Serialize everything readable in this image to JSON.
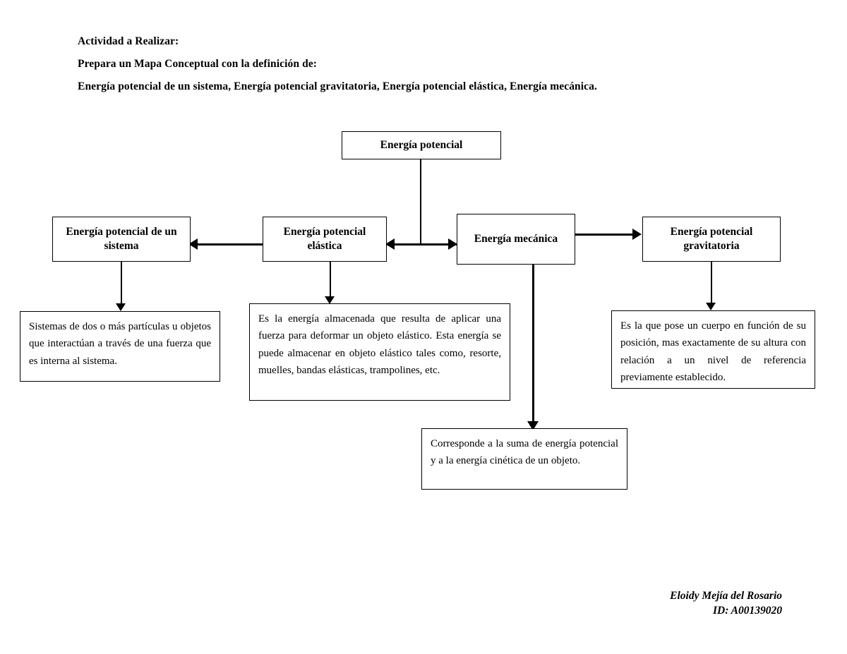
{
  "heading": {
    "line1": "Actividad a Realizar:",
    "line2": "Prepara un Mapa Conceptual con la definición de:",
    "line3": "Energía potencial de un sistema, Energía potencial gravitatoria, Energía potencial elástica, Energía mecánica."
  },
  "diagram": {
    "root": {
      "label": "Energía potencial"
    },
    "nodes": {
      "sistema": "Energía potencial de un sistema",
      "elastica": "Energía potencial elástica",
      "mecanica": "Energía mecánica",
      "gravitatoria": "Energía potencial gravitatoria"
    },
    "descriptions": {
      "sistema": "Sistemas de dos o más partículas u objetos que interactúan a través de una fuerza que es interna al sistema.",
      "elastica": "Es la energía almacenada que resulta de aplicar una fuerza para deformar un objeto elástico. Esta energía se puede almacenar en objeto elástico tales como, resorte, muelles, bandas elásticas, trampolines, etc.",
      "gravitatoria": "Es la que pose un cuerpo en función de su posición, mas exactamente de su altura con relación a un nivel de referencia previamente establecido.",
      "mecanica": "Corresponde a la suma de energía potencial y a la energía cinética de un objeto."
    }
  },
  "signature": {
    "name": "Eloidy Mejía del Rosario",
    "id": "ID: A00139020"
  },
  "colors": {
    "ink": "#000000",
    "page": "#ffffff"
  }
}
